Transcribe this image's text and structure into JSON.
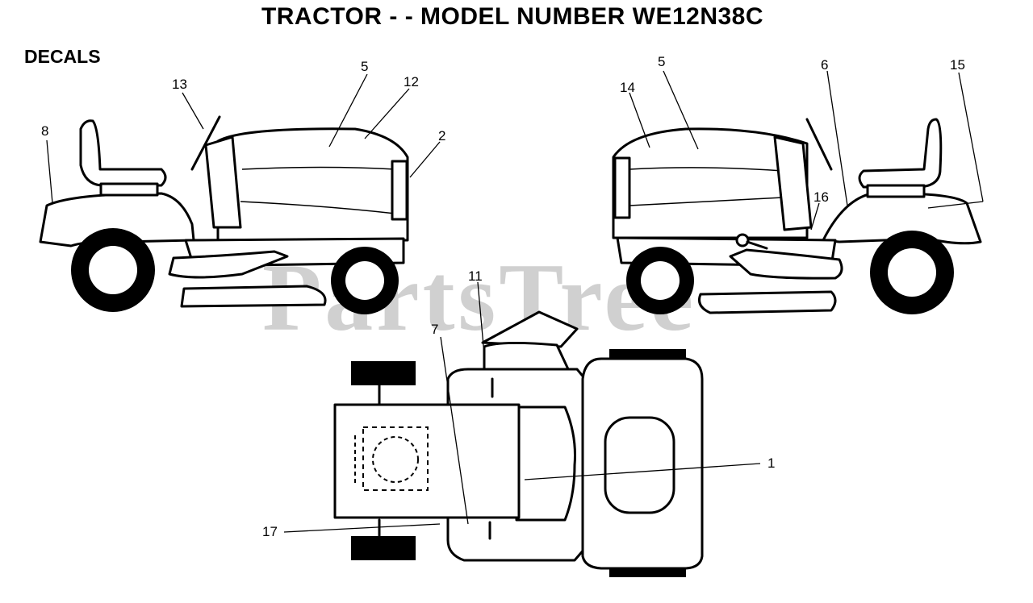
{
  "title": "TRACTOR - - MODEL NUMBER WE12N38C",
  "section": "DECALS",
  "watermark": "PartsTree",
  "callouts": {
    "c1": "1",
    "c2": "2",
    "c5a": "5",
    "c5b": "5",
    "c6": "6",
    "c7": "7",
    "c8": "8",
    "c11": "11",
    "c12": "12",
    "c13": "13",
    "c14": "14",
    "c15": "15",
    "c16": "16",
    "c17": "17"
  }
}
